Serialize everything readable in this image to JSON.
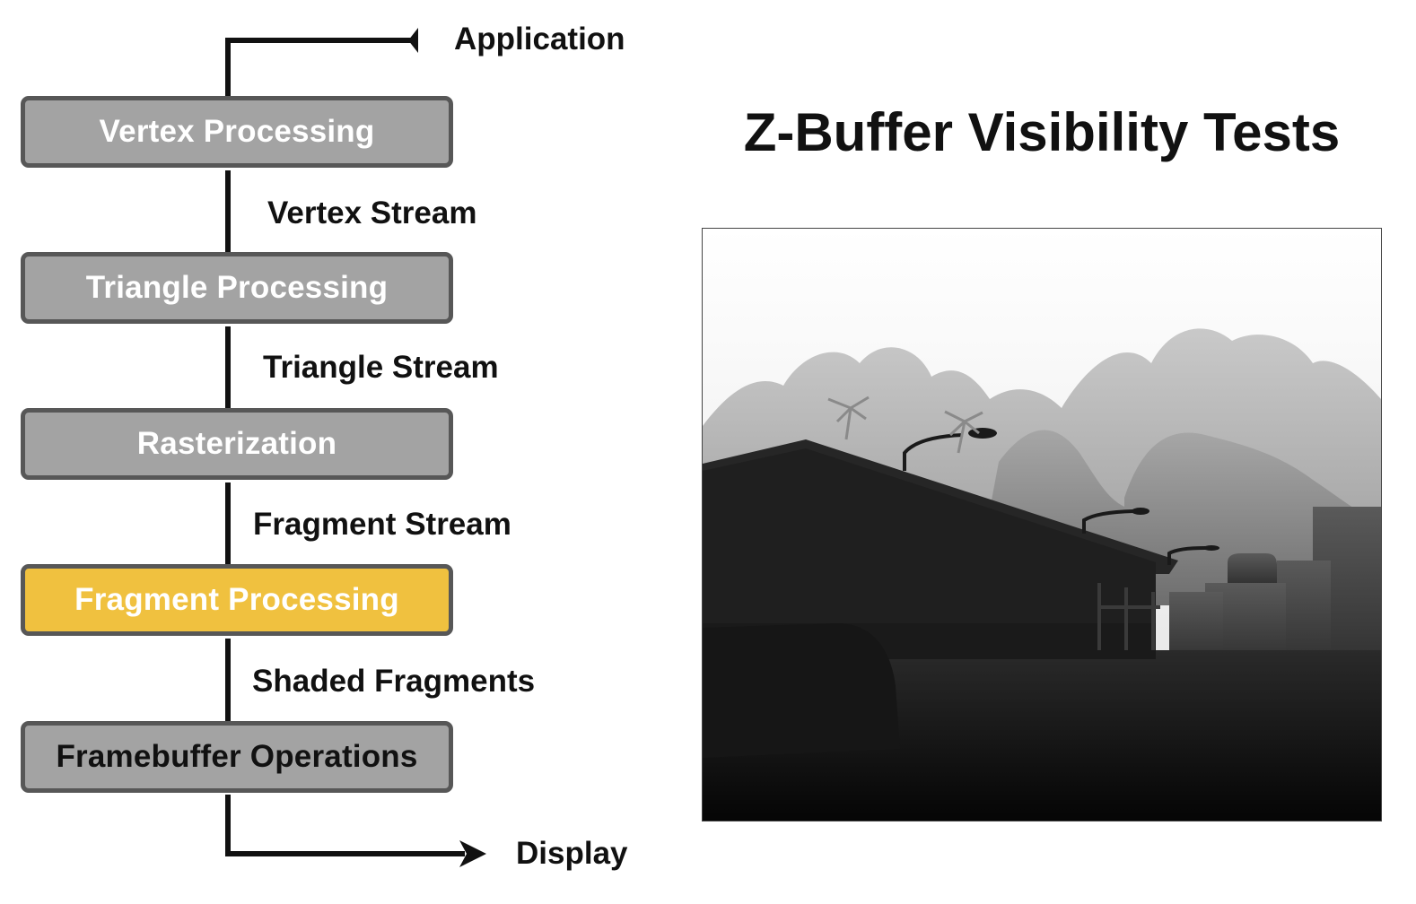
{
  "pipeline": {
    "input_label": "Application",
    "output_label": "Display",
    "stages": [
      {
        "label": "Vertex Processing",
        "highlight": false
      },
      {
        "label": "Triangle Processing",
        "highlight": false
      },
      {
        "label": "Rasterization",
        "highlight": false
      },
      {
        "label": "Fragment Processing",
        "highlight": true
      },
      {
        "label": "Framebuffer Operations",
        "highlight": false
      }
    ],
    "streams": [
      {
        "label": "Vertex Stream"
      },
      {
        "label": "Triangle Stream"
      },
      {
        "label": "Fragment Stream"
      },
      {
        "label": "Shaded Fragments"
      }
    ]
  },
  "panel": {
    "title": "Z-Buffer Visibility Tests"
  },
  "colors": {
    "stage_fill": "#a3a3a3",
    "stage_border": "#575757",
    "highlight_fill": "#f0c13f",
    "line": "#111111"
  }
}
